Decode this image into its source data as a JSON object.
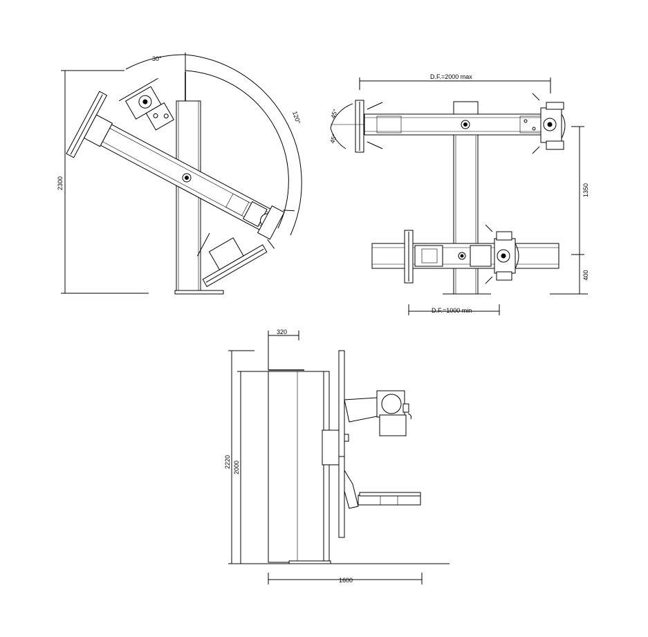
{
  "dimensions": {
    "angle_30": "30°",
    "angle_120": "120°",
    "height_2300": "2300",
    "df_max": "D.F.=2000  max",
    "angle_45_top": "45°",
    "angle_45_bottom": "45°",
    "dist_1350": "1350",
    "dist_400": "400",
    "df_min": "D.F.=1000  min",
    "width_320": "320",
    "height_2220": "2220",
    "height_2000": "2000",
    "width_1600": "1600"
  }
}
